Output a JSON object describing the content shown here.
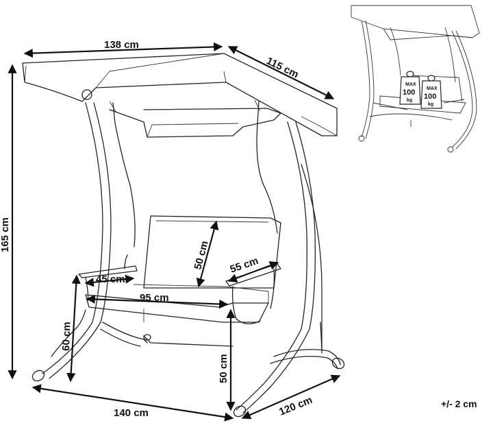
{
  "diagram": {
    "dimensions": {
      "canopy_width": "138 cm",
      "canopy_depth": "115 cm",
      "total_height": "165 cm",
      "backrest_height": "50 cm",
      "armrest_length": "55 cm",
      "armrest_width": "45 cm",
      "seat_width": "95 cm",
      "armrest_height": "60 cm",
      "seat_height": "50 cm",
      "base_width": "140 cm",
      "base_depth": "120 cm"
    },
    "tolerance": "+/- 2 cm",
    "weight_labels": [
      {
        "max": "MAX",
        "value": "100",
        "unit": "kg"
      },
      {
        "max": "MAX",
        "value": "100",
        "unit": "kg"
      }
    ]
  }
}
